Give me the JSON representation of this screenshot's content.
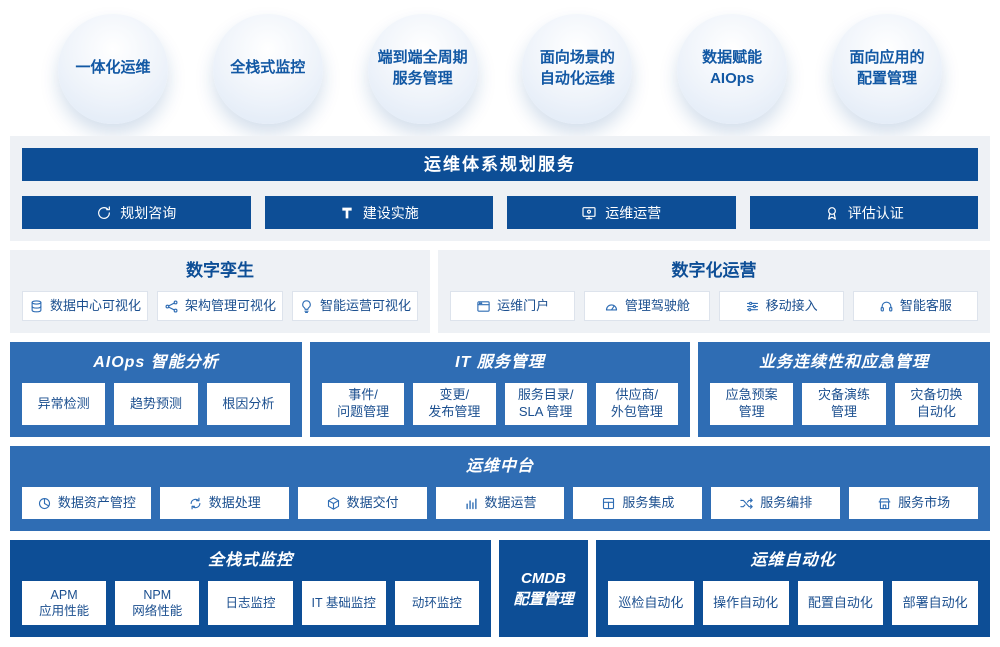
{
  "colors": {
    "navy": "#0d4e96",
    "mid_blue": "#2f6db4",
    "panel_gray": "#eef1f5",
    "circle_text": "#1258a4",
    "box_text": "#1b4f8f"
  },
  "capabilities": [
    {
      "label": "一体化运维"
    },
    {
      "label": "全栈式监控"
    },
    {
      "label": "端到端全周期\n服务管理"
    },
    {
      "label": "面向场景的\n自动化运维"
    },
    {
      "label": "数据赋能\nAIOps"
    },
    {
      "label": "面向应用的\n配置管理"
    }
  ],
  "planning": {
    "title": "运维体系规划服务",
    "items": [
      {
        "label": "规划咨询",
        "icon": "consulting-icon"
      },
      {
        "label": "建设实施",
        "icon": "implementation-icon"
      },
      {
        "label": "运维运营",
        "icon": "operation-icon"
      },
      {
        "label": "评估认证",
        "icon": "certification-icon"
      }
    ]
  },
  "digital_twin": {
    "title": "数字孪生",
    "items": [
      {
        "label": "数据中心可视化",
        "icon": "datacenter-icon"
      },
      {
        "label": "架构管理可视化",
        "icon": "architecture-icon"
      },
      {
        "label": "智能运营可视化",
        "icon": "smart-ops-icon"
      }
    ]
  },
  "digital_operation": {
    "title": "数字化运营",
    "items": [
      {
        "label": "运维门户",
        "icon": "portal-icon"
      },
      {
        "label": "管理驾驶舱",
        "icon": "cockpit-icon"
      },
      {
        "label": "移动接入",
        "icon": "sliders-icon"
      },
      {
        "label": "智能客服",
        "icon": "headset-icon"
      }
    ]
  },
  "aiops": {
    "title": "AIOps 智能分析",
    "items": [
      {
        "label": "异常检测"
      },
      {
        "label": "趋势预测"
      },
      {
        "label": "根因分析"
      }
    ]
  },
  "itsm": {
    "title": "IT 服务管理",
    "items": [
      {
        "label": "事件/\n问题管理"
      },
      {
        "label": "变更/\n发布管理"
      },
      {
        "label": "服务目录/\nSLA 管理"
      },
      {
        "label": "供应商/\n外包管理"
      }
    ]
  },
  "bcm": {
    "title": "业务连续性和应急管理",
    "items": [
      {
        "label": "应急预案\n管理"
      },
      {
        "label": "灾备演练\n管理"
      },
      {
        "label": "灾备切换\n自动化"
      }
    ]
  },
  "middle_platform": {
    "title": "运维中台",
    "items": [
      {
        "label": "数据资产管控",
        "icon": "data-asset-icon"
      },
      {
        "label": "数据处理",
        "icon": "data-processing-icon"
      },
      {
        "label": "数据交付",
        "icon": "data-delivery-icon"
      },
      {
        "label": "数据运营",
        "icon": "data-operation-icon"
      },
      {
        "label": "服务集成",
        "icon": "service-integration-icon"
      },
      {
        "label": "服务编排",
        "icon": "service-orchestration-icon"
      },
      {
        "label": "服务市场",
        "icon": "service-market-icon"
      }
    ]
  },
  "monitoring": {
    "title": "全栈式监控",
    "items": [
      {
        "label": "APM\n应用性能"
      },
      {
        "label": "NPM\n网络性能"
      },
      {
        "label": "日志监控"
      },
      {
        "label": "IT 基础监控"
      },
      {
        "label": "动环监控"
      }
    ]
  },
  "cmdb": {
    "title": "CMDB\n配置管理"
  },
  "automation": {
    "title": "运维自动化",
    "items": [
      {
        "label": "巡检自动化"
      },
      {
        "label": "操作自动化"
      },
      {
        "label": "配置自动化"
      },
      {
        "label": "部署自动化"
      }
    ]
  }
}
